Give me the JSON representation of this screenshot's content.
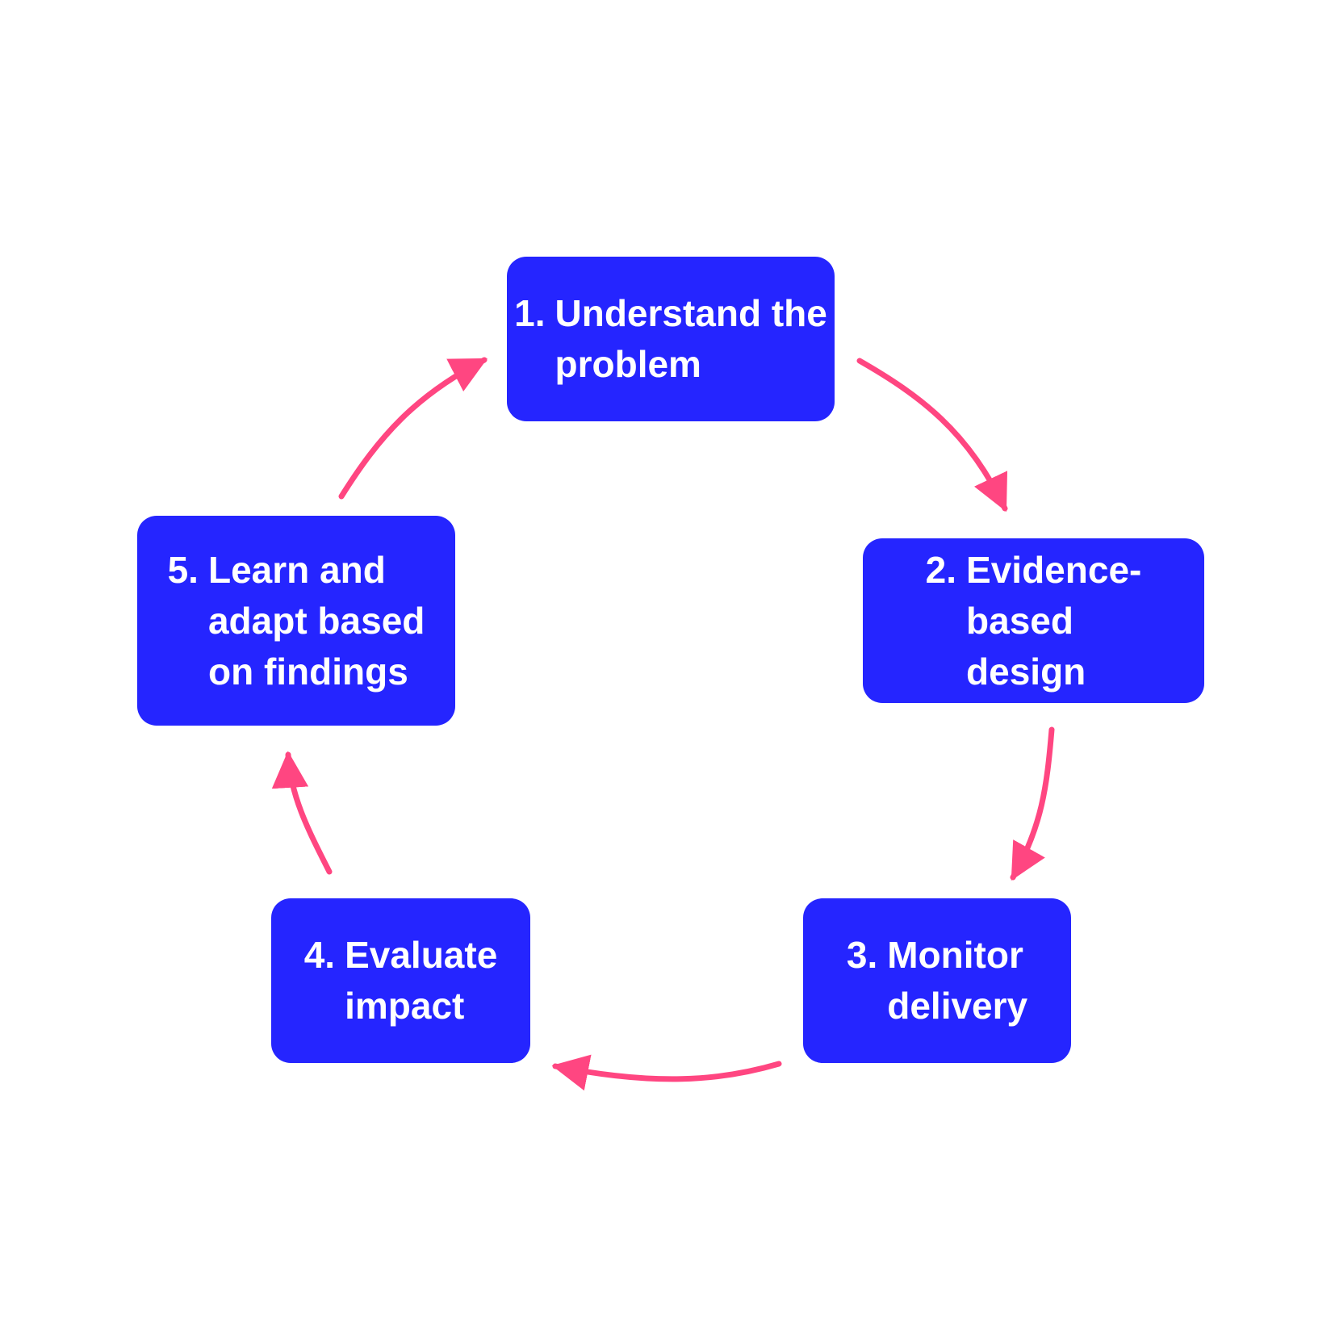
{
  "colors": {
    "background": "#ffffff",
    "box_fill": "#2525ff",
    "box_text": "#ffffff",
    "arrow": "#ff4681"
  },
  "steps": [
    {
      "number": "1.",
      "text": "Understand the problem"
    },
    {
      "number": "2.",
      "text": "Evidence-based design"
    },
    {
      "number": "3.",
      "text": "Monitor delivery"
    },
    {
      "number": "4.",
      "text": "Evaluate impact"
    },
    {
      "number": "5.",
      "text": "Learn and adapt based on findings"
    }
  ],
  "flow": [
    {
      "from": "1.",
      "to": "2."
    },
    {
      "from": "2.",
      "to": "3."
    },
    {
      "from": "3.",
      "to": "4."
    },
    {
      "from": "4.",
      "to": "5."
    },
    {
      "from": "5.",
      "to": "1."
    }
  ]
}
